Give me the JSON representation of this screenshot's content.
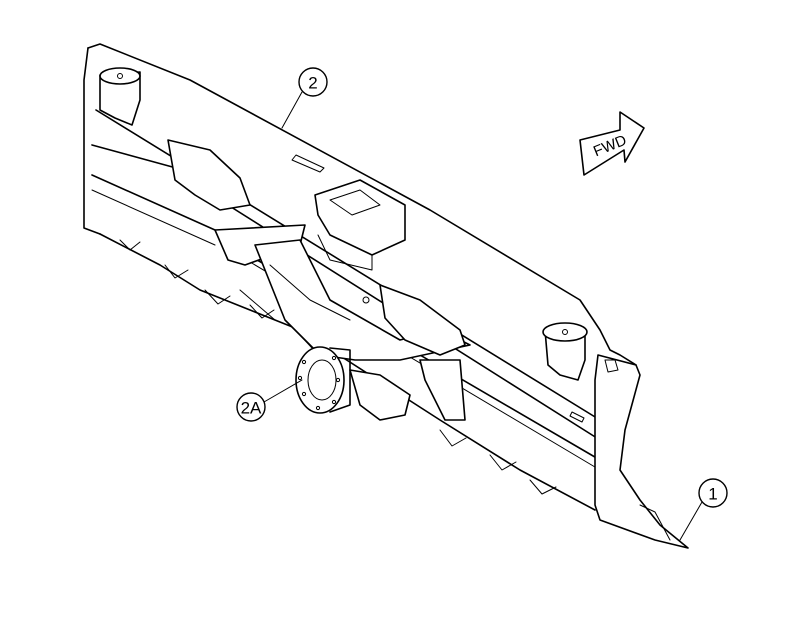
{
  "callouts": {
    "blade": "2",
    "trunnion": "2A",
    "cutting_edge": "1"
  },
  "direction_arrow": {
    "label": "FWD"
  }
}
